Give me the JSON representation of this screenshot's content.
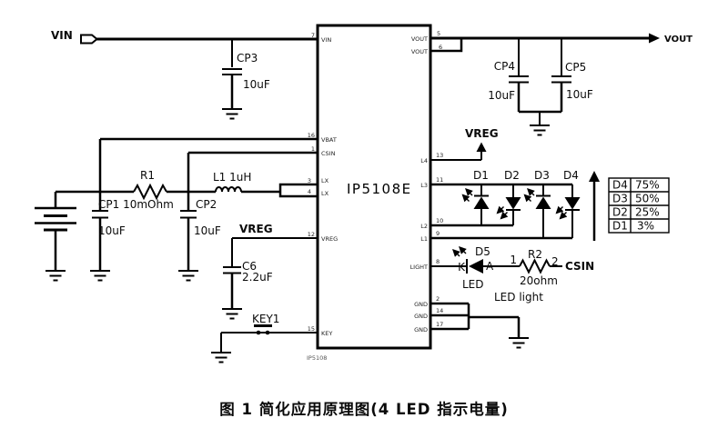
{
  "figure": {
    "caption": "图 1 简化应用原理图(4 LED 指示电量)"
  },
  "ic": {
    "name": "IP5108E",
    "footnote": "IP5108",
    "left_pins": [
      {
        "num": "7",
        "label": "VIN"
      },
      {
        "num": "16",
        "label": "VBAT"
      },
      {
        "num": "1",
        "label": "CSIN"
      },
      {
        "num": "3",
        "label": "LX"
      },
      {
        "num": "4",
        "label": "LX"
      },
      {
        "num": "12",
        "label": "VREG"
      },
      {
        "num": "15",
        "label": "KEY"
      }
    ],
    "right_pins": [
      {
        "num": "5",
        "label": "VOUT"
      },
      {
        "num": "6",
        "label": "VOUT"
      },
      {
        "num": "13",
        "label": "L4"
      },
      {
        "num": "11",
        "label": "L3"
      },
      {
        "num": "10",
        "label": "L2"
      },
      {
        "num": "9",
        "label": "L1"
      },
      {
        "num": "8",
        "label": "LIGHT"
      },
      {
        "num": "2",
        "label": "GND"
      },
      {
        "num": "14",
        "label": "GND"
      },
      {
        "num": "17",
        "label": "GND"
      }
    ]
  },
  "nets": {
    "vin": "VIN",
    "vout": "VOUT",
    "vreg_top": "VREG",
    "vreg_left": "VREG",
    "csin": "CSIN"
  },
  "components": {
    "cp3": {
      "ref": "CP3",
      "value": "10uF"
    },
    "cp4": {
      "ref": "CP4",
      "value": "10uF"
    },
    "cp5": {
      "ref": "CP5",
      "value": "10uF"
    },
    "cp1": {
      "ref": "CP1 10mOhm",
      "value": "10uF"
    },
    "cp2": {
      "ref": "CP2",
      "value": "10uF"
    },
    "r1": {
      "ref": "R1"
    },
    "l1": {
      "ref": "L1 1uH"
    },
    "c6": {
      "ref": "C6",
      "value": "2.2uF"
    },
    "key1": {
      "ref": "KEY1"
    },
    "r2": {
      "ref": "R2",
      "value": "20ohm",
      "t1": "1",
      "t2": "2"
    },
    "d5": {
      "ref": "D5",
      "cathode": "K",
      "anode": "A",
      "label": "LED"
    }
  },
  "indicator_leds": {
    "d1": "D1",
    "d2": "D2",
    "d3": "D3",
    "d4": "D4"
  },
  "notes": {
    "led_light": "LED light"
  },
  "battery_table": {
    "rows": [
      {
        "led": "D4",
        "level": "75%"
      },
      {
        "led": "D3",
        "level": "50%"
      },
      {
        "led": "D2",
        "level": "25%"
      },
      {
        "led": "D1",
        "level": "3%"
      }
    ]
  }
}
